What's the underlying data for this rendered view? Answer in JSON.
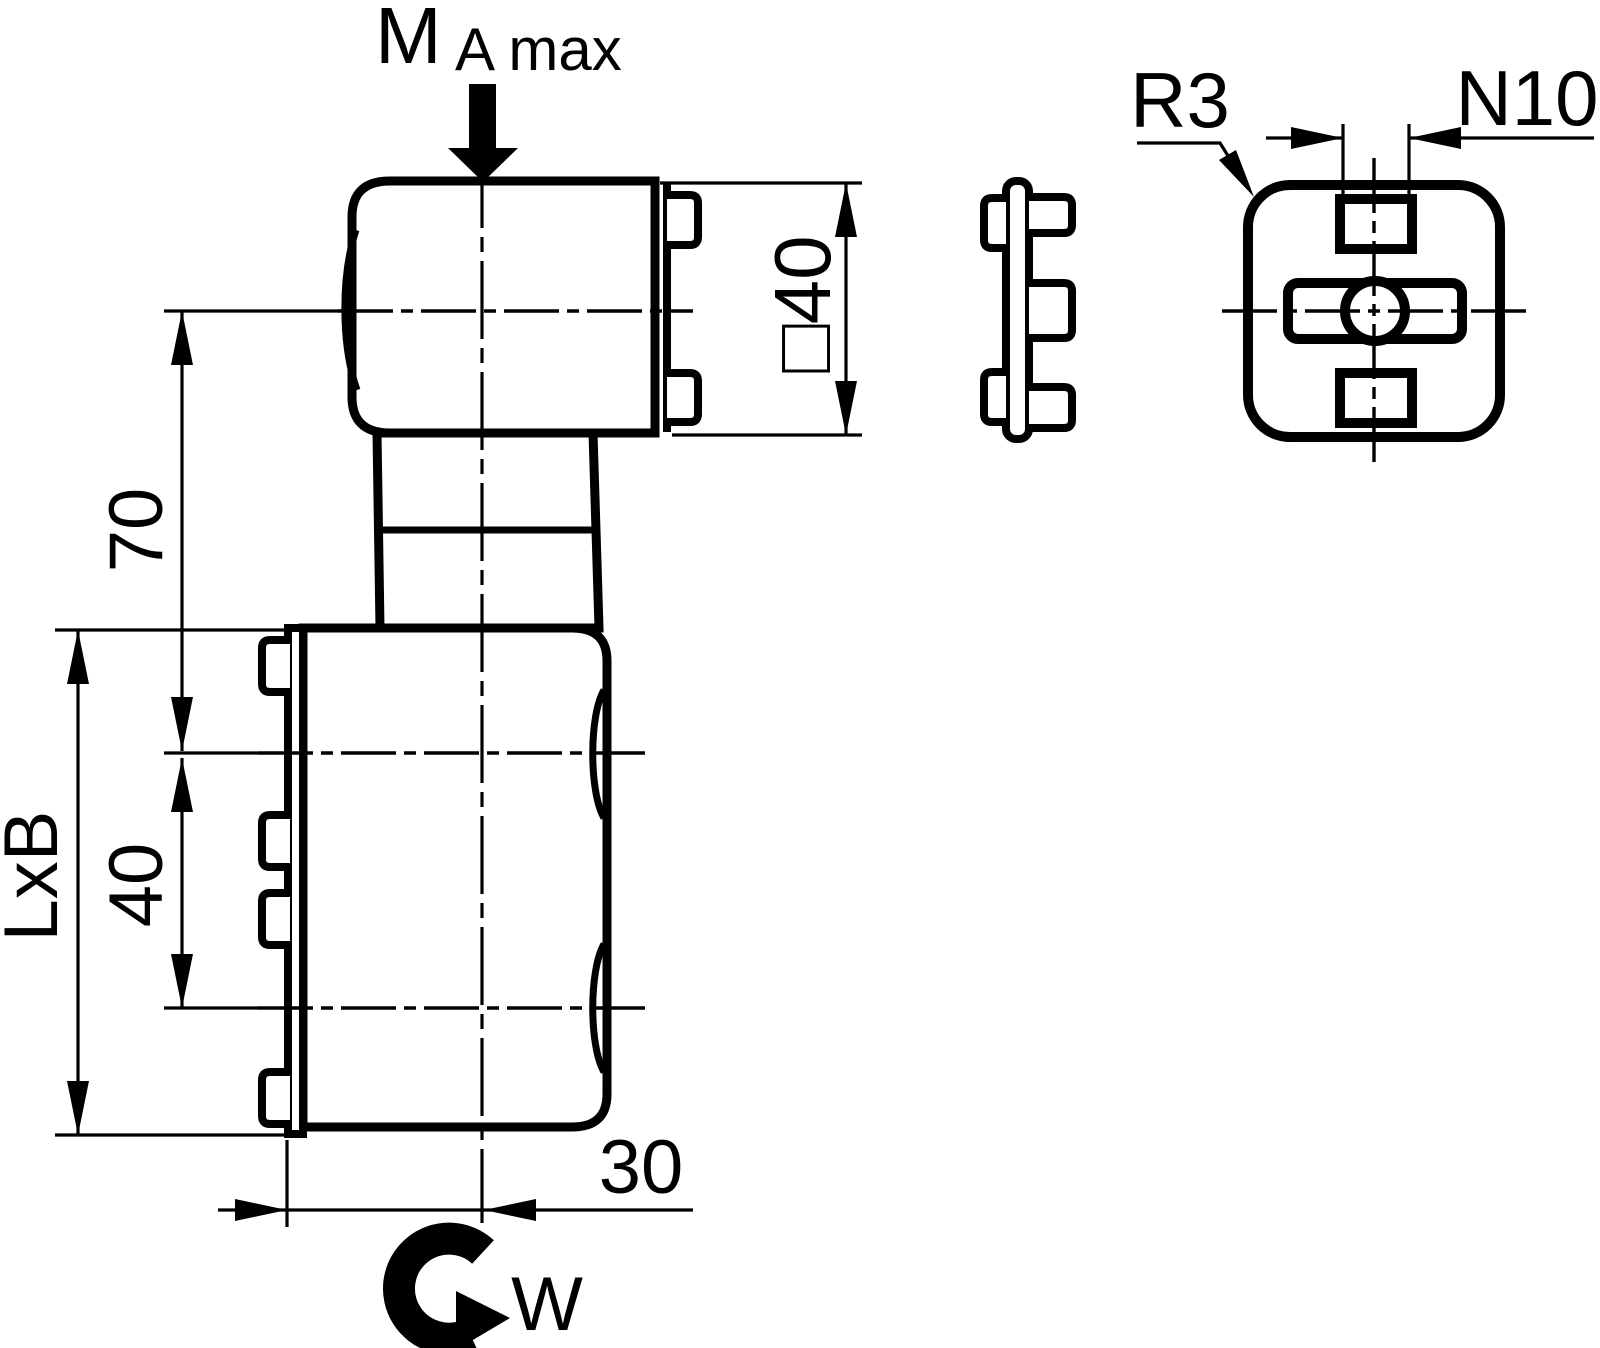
{
  "background": "#ffffff",
  "ink": "#000000",
  "annotations": {
    "torque": {
      "symbol": "M",
      "subscript": "A max"
    },
    "rotation": {
      "symbol": "W"
    }
  },
  "dimensions": {
    "upper_height": "70",
    "hole_pitch": "40",
    "profile_length": "LxB",
    "axis_offset": "30",
    "square_size": "□40",
    "corner_radius": "R3",
    "slot_width": "N10"
  }
}
